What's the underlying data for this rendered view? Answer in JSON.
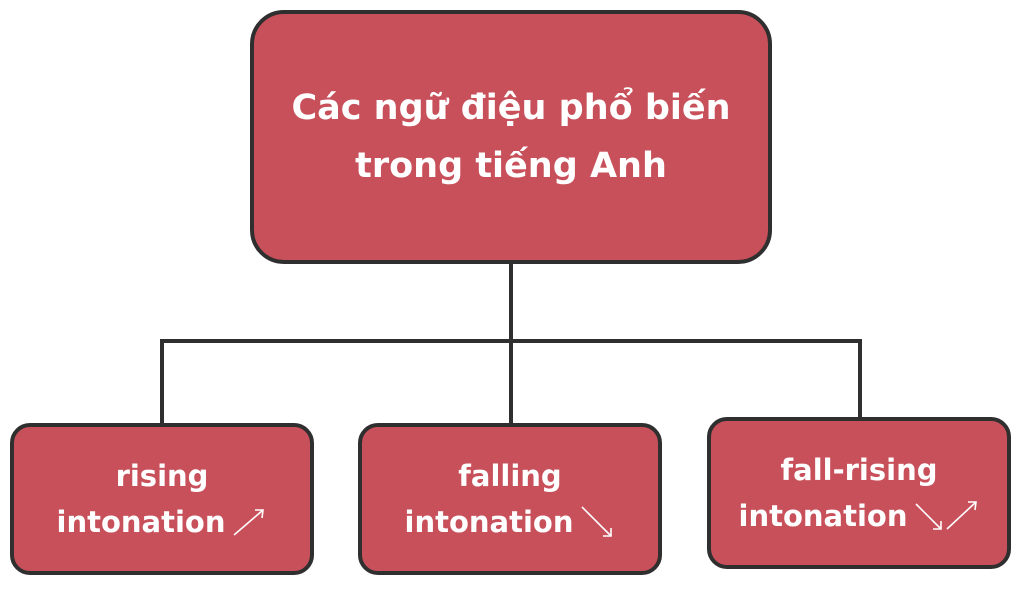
{
  "colors": {
    "box_fill": "#c8505a",
    "border": "#2f2f2f",
    "text": "#ffffff"
  },
  "root": {
    "line1": "Các ngữ điệu phổ biến",
    "line2": "trong tiếng Anh"
  },
  "children": [
    {
      "line1": "rising",
      "line2": "intonation",
      "arrow": "rising-arrow-icon"
    },
    {
      "line1": "falling",
      "line2": "intonation",
      "arrow": "falling-arrow-icon"
    },
    {
      "line1": "fall-rising",
      "line2": "intonation",
      "arrow": "fall-rise-arrow-icon"
    }
  ]
}
